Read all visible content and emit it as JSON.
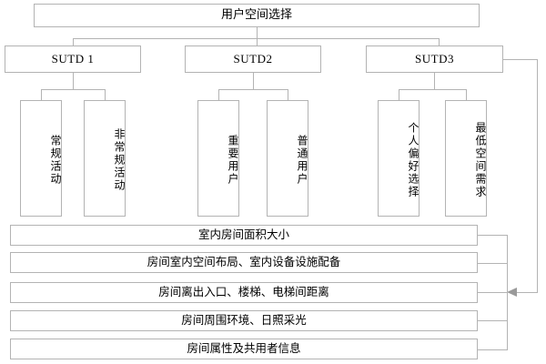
{
  "diagram": {
    "title": "用户空间选择",
    "tier1": [
      {
        "label": "SUTD 1"
      },
      {
        "label": "SUTD2"
      },
      {
        "label": "SUTD3"
      }
    ],
    "leaves": [
      {
        "label": "常规活动"
      },
      {
        "label": "非常规活动"
      },
      {
        "label": "重要用户"
      },
      {
        "label": "普通用户"
      },
      {
        "label": "个人偏好选择"
      },
      {
        "label": "最低空间需求"
      }
    ],
    "attributes": [
      {
        "label": "室内房间面积大小"
      },
      {
        "label": "房间室内空间布局、室内设备设施配备"
      },
      {
        "label": "房间离出入口、楼梯、电梯间距离"
      },
      {
        "label": "房间周围环境、日照采光"
      },
      {
        "label": "房间属性及共用者信息"
      }
    ],
    "colors": {
      "border": "#b3b3b3",
      "connector": "#b3b3b3",
      "arrow": "#9a9a9a",
      "text": "#000000",
      "background": "#ffffff"
    }
  }
}
